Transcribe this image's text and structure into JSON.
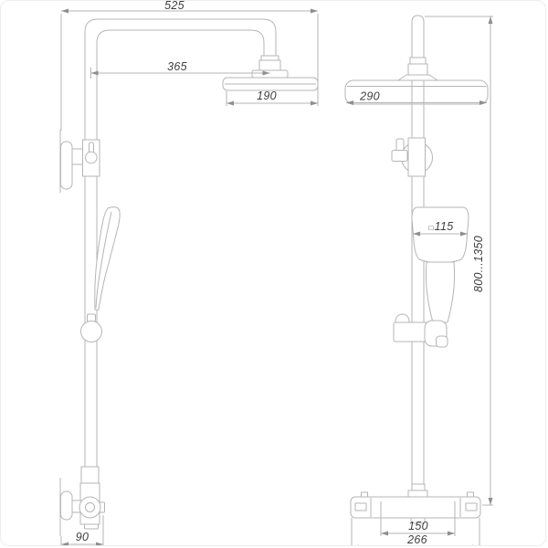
{
  "colors": {
    "line": "#b5b5b5",
    "dim_text": "#3f3f3f",
    "arrow": "#8f8f8f",
    "background": "#ffffff"
  },
  "dims": {
    "arm_span": "525",
    "arm_reach": "365",
    "head_depth": "190",
    "head_width": "290",
    "hand_shower_square": "□",
    "hand_shower_width": "115",
    "height_range": "800...1350",
    "inlet_spacing": "150",
    "mixer_width": "266",
    "wall_offset": "90"
  }
}
